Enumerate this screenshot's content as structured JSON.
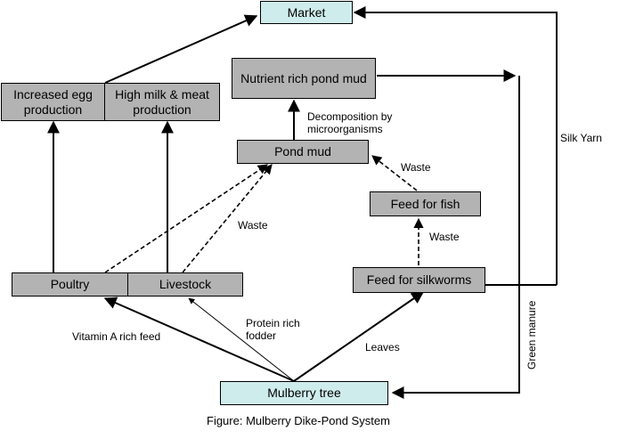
{
  "nodes": {
    "market": "Market",
    "nutrient_mud": "Nutrient rich pond mud",
    "egg": "Increased egg production",
    "milk": "High milk & meat production",
    "pond_mud": "Pond mud",
    "feed_fish": "Feed for fish",
    "poultry": "Poultry",
    "livestock": "Livestock",
    "feed_silkworms": "Feed for silkworms",
    "mulberry": "Mulberry tree"
  },
  "labels": {
    "decomposition": "Decomposition by microorganisms",
    "waste_left": "Waste",
    "waste_upper": "Waste",
    "waste_lower": "Waste",
    "silk_yarn": "Silk Yarn",
    "green_manure": "Green manure",
    "vitamin": "Vitamin A rich feed",
    "protein": "Protein rich fodder",
    "leaves": "Leaves"
  },
  "caption": "Figure: Mulberry Dike-Pond System"
}
